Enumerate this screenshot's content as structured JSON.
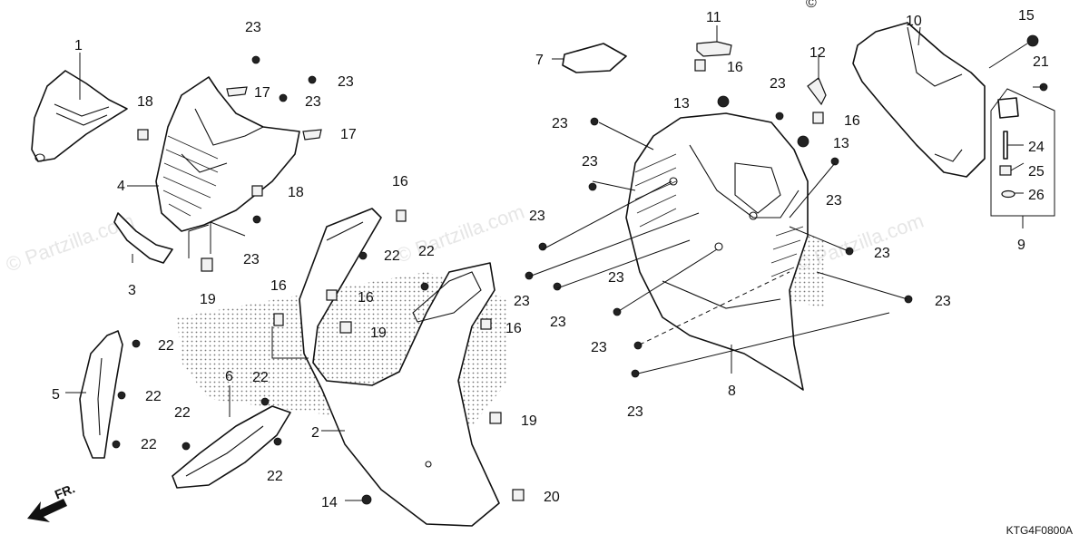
{
  "diagram_code": "KTG4F0800A",
  "watermark": "© Partzilla.com",
  "direction_label": "FR.",
  "copyright_symbol": "©",
  "callouts": {
    "c1": "1",
    "c2": "2",
    "c3": "3",
    "c4": "4",
    "c5": "5",
    "c6": "6",
    "c7": "7",
    "c8": "8",
    "c9": "9",
    "c10": "10",
    "c11": "11",
    "c12": "12",
    "c13": "13",
    "c14": "14",
    "c15": "15",
    "c16": "16",
    "c17": "17",
    "c18": "18",
    "c19": "19",
    "c20": "20",
    "c21": "21",
    "c22": "22",
    "c23": "23",
    "c24": "24",
    "c25": "25",
    "c26": "26"
  }
}
